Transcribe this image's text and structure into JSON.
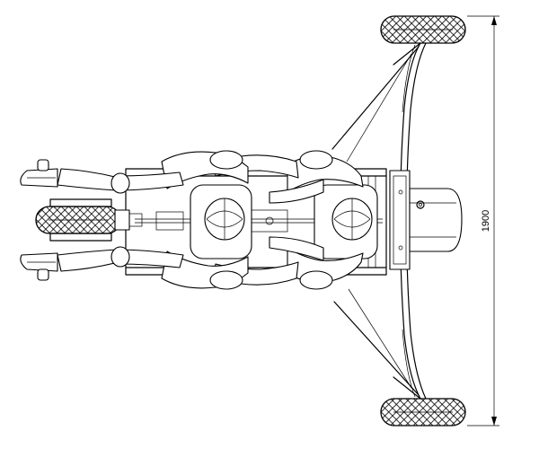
{
  "drawing": {
    "view": "top view",
    "dimension": {
      "label": "1900",
      "orientation": "vertical"
    },
    "stroke_color": "#000000",
    "background_color": "#ffffff"
  }
}
